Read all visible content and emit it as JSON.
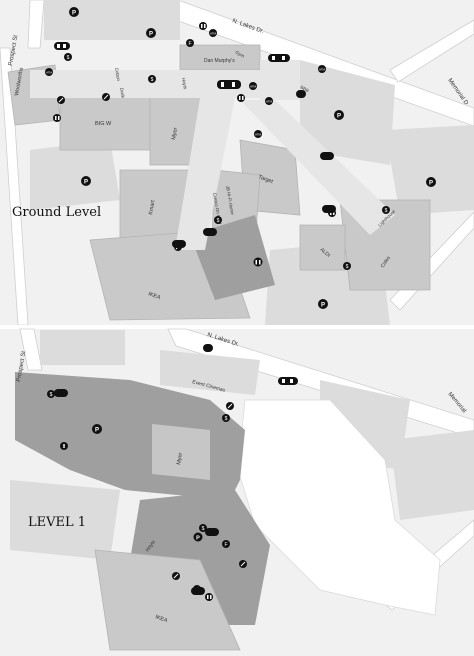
{
  "level_titles": {
    "ground": "Ground Level",
    "level1": "LEVEL 1"
  },
  "streets": {
    "n_lakes_ground": "N. Lakes Dr.",
    "n_lakes_l1": "N. Lakes Dr.",
    "prospect_ground": "Prospect St",
    "prospect_l1": "Prospect St",
    "memorial_ground": "Memorial D",
    "memorial_l1": "Memorial"
  },
  "ground_stores": {
    "woolworths": "Woolworths",
    "big_w": "BIG W",
    "myer": "Myer",
    "kmart": "Kmart",
    "target": "Target",
    "ikea": "IKEA",
    "dan_murphys": "Dan Murphy's",
    "aldi": "ALDI",
    "coles": "Coles",
    "jb_hifi": "JB Hi-Fi Home",
    "costco": "Costco On Hold",
    "lighthouse": "Lighthouse",
    "cotton": "Cotton",
    "dusk": "Dusk",
    "hoyts": "Hoyts",
    "gym": "Gym",
    "bbb": "BBB"
  },
  "level1_stores": {
    "myer": "Myer",
    "event_cinemas": "Event Cinemas",
    "ikea": "IKEA",
    "hoyts": "Hoyts"
  },
  "badges": {
    "atm": "ATM",
    "money": "$",
    "parking": "P",
    "family": "F"
  },
  "colors": {
    "bg": "#f1f1f1",
    "road": "#ffffff",
    "block": "#d4d4d4",
    "mall": "#c4c4c4",
    "walkway": "#e6e6e6",
    "dark": "#9f9f9f",
    "icon": "#111111"
  }
}
